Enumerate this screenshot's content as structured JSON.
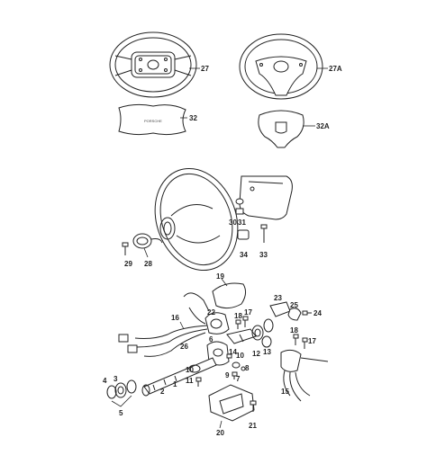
{
  "brand_text": "PORSCHE",
  "labels": {
    "l27": "27",
    "l27A": "27A",
    "l32": "32",
    "l32A": "32A",
    "l29": "29",
    "l28": "28",
    "l30": "30",
    "l31": "31",
    "l34": "34",
    "l33": "33",
    "l19": "19",
    "l16": "16",
    "l22": "22",
    "l18a": "18",
    "l17a": "17",
    "l6": "6",
    "l14": "14",
    "l26": "26",
    "l25": "25",
    "l23": "23",
    "l24": "24",
    "l12": "12",
    "l13": "13",
    "l10": "10",
    "l9": "9",
    "l7": "7",
    "l8": "8",
    "l11": "11",
    "l3": "3",
    "l4": "4",
    "l1": "1",
    "l2": "2",
    "l5": "5",
    "l20": "20",
    "l21": "21",
    "l18b": "18",
    "l17b": "17",
    "l15": "15"
  }
}
